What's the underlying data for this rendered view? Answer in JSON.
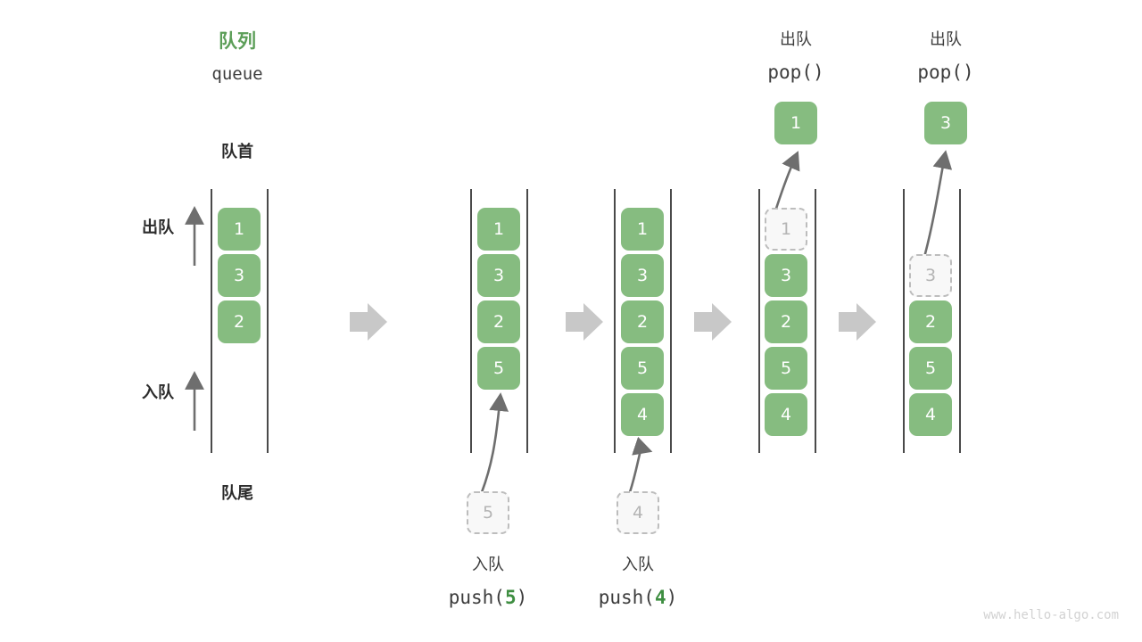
{
  "meta": {
    "watermark": "www.hello-algo.com",
    "colors": {
      "cell_fill": "#86bc80",
      "cell_text": "#ffffff",
      "ghost_fill": "#f8f8f8",
      "ghost_border": "#bdbdbd",
      "ghost_text": "#b4b4b4",
      "accent_green": "#5c9e58",
      "arrow_gray": "#c8c8c8",
      "rail": "#4a4a4a",
      "text": "#3c3c3c"
    }
  },
  "header": {
    "title_cn": "队列",
    "title_code": "queue"
  },
  "annotations": {
    "front_label": "队首",
    "rear_label": "队尾",
    "dequeue_label": "出队",
    "enqueue_label": "入队"
  },
  "steps": [
    {
      "id": "initial",
      "kind": "initial",
      "cells": [
        "1",
        "3",
        "2"
      ],
      "caption_cn": "",
      "caption_code": ""
    },
    {
      "id": "push-5",
      "kind": "push",
      "cells": [
        "1",
        "3",
        "2",
        "5"
      ],
      "incoming": "5",
      "caption_cn": "入队",
      "caption_code_prefix": "push(",
      "caption_code_arg": "5",
      "caption_code_suffix": ")"
    },
    {
      "id": "push-4",
      "kind": "push",
      "cells": [
        "1",
        "3",
        "2",
        "5",
        "4"
      ],
      "incoming": "4",
      "caption_cn": "入队",
      "caption_code_prefix": "push(",
      "caption_code_arg": "4",
      "caption_code_suffix": ")"
    },
    {
      "id": "pop-1",
      "kind": "pop",
      "popped": "1",
      "ghost_cell": "1",
      "cells": [
        "3",
        "2",
        "5",
        "4"
      ],
      "caption_cn": "出队",
      "caption_code": "pop()"
    },
    {
      "id": "pop-3",
      "kind": "pop",
      "popped": "3",
      "ghost_cell": "3",
      "cells": [
        "2",
        "5",
        "4"
      ],
      "caption_cn": "出队",
      "caption_code": "pop()"
    }
  ],
  "separators": [
    "chevron-right",
    "chevron-right",
    "chevron-right",
    "chevron-right"
  ]
}
